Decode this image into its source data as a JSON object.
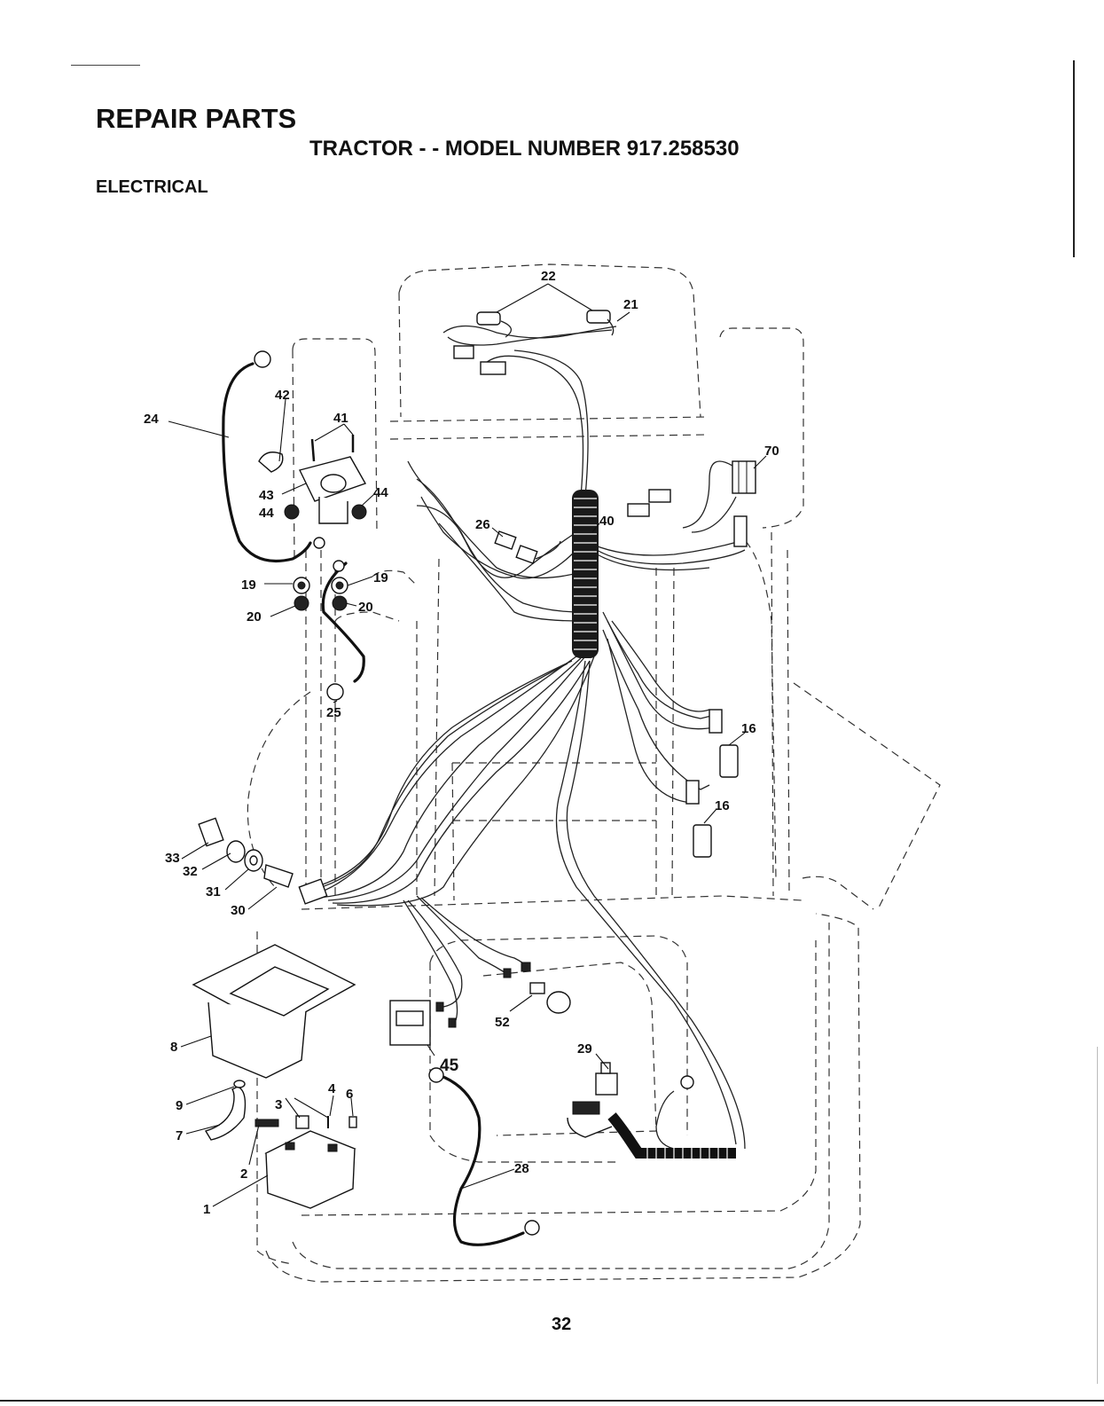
{
  "header": {
    "title": "REPAIR PARTS",
    "subtitle": "TRACTOR - - MODEL NUMBER 917.258530",
    "section": "ELECTRICAL"
  },
  "diagram": {
    "callouts": [
      {
        "id": "c1",
        "text": "1"
      },
      {
        "id": "c2",
        "text": "2"
      },
      {
        "id": "c3",
        "text": "3"
      },
      {
        "id": "c4",
        "text": "4"
      },
      {
        "id": "c6",
        "text": "6"
      },
      {
        "id": "c7",
        "text": "7"
      },
      {
        "id": "c8",
        "text": "8"
      },
      {
        "id": "c9",
        "text": "9"
      },
      {
        "id": "c16a",
        "text": "16"
      },
      {
        "id": "c16b",
        "text": "16"
      },
      {
        "id": "c19a",
        "text": "19"
      },
      {
        "id": "c19b",
        "text": "19"
      },
      {
        "id": "c20a",
        "text": "20"
      },
      {
        "id": "c20b",
        "text": "20"
      },
      {
        "id": "c21",
        "text": "21"
      },
      {
        "id": "c22",
        "text": "22"
      },
      {
        "id": "c24",
        "text": "24"
      },
      {
        "id": "c25",
        "text": "25"
      },
      {
        "id": "c26",
        "text": "26"
      },
      {
        "id": "c28",
        "text": "28"
      },
      {
        "id": "c29",
        "text": "29"
      },
      {
        "id": "c30",
        "text": "30"
      },
      {
        "id": "c31",
        "text": "31"
      },
      {
        "id": "c32",
        "text": "32"
      },
      {
        "id": "c33",
        "text": "33"
      },
      {
        "id": "c40",
        "text": "40"
      },
      {
        "id": "c41",
        "text": "41"
      },
      {
        "id": "c42",
        "text": "42"
      },
      {
        "id": "c43",
        "text": "43"
      },
      {
        "id": "c44a",
        "text": "44"
      },
      {
        "id": "c44b",
        "text": "44"
      },
      {
        "id": "c45",
        "text": "45"
      },
      {
        "id": "c52",
        "text": "52"
      },
      {
        "id": "c70",
        "text": "70"
      }
    ]
  },
  "footer": {
    "page_number": "32"
  }
}
